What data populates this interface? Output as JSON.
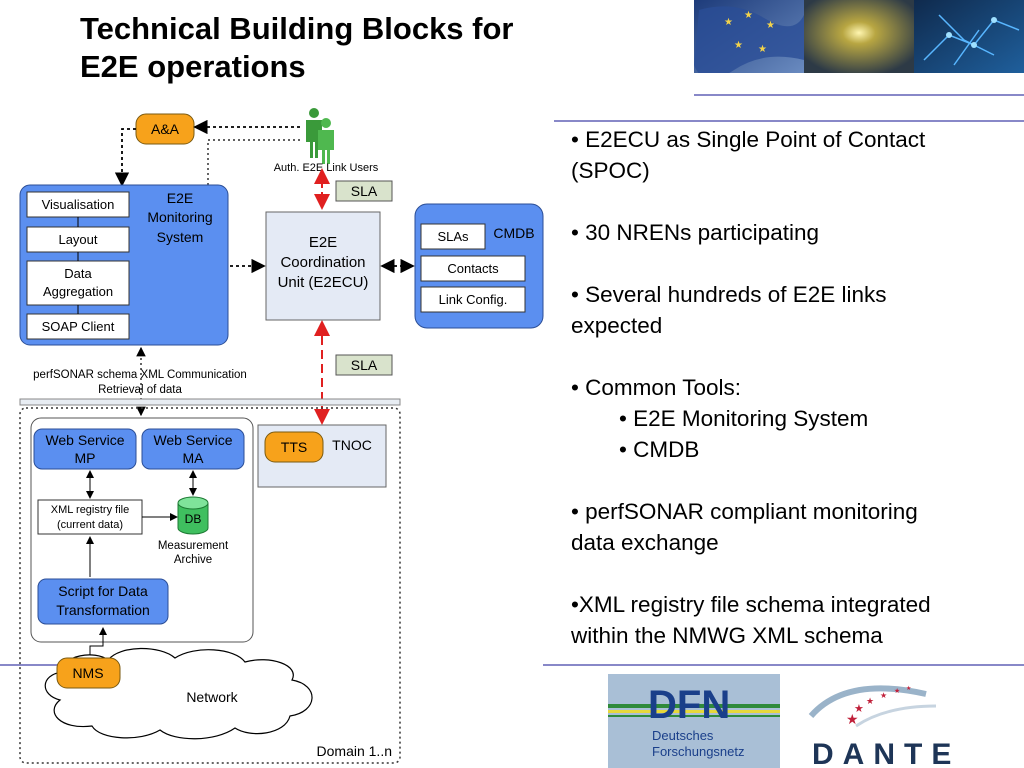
{
  "title": {
    "line1": "Technical Building Blocks for",
    "line2": "E2E operations"
  },
  "bullets": {
    "spoc_line1": "• E2ECU as Single Point of Contact",
    "spoc_line2": "(SPOC)",
    "nrens": "• 30 NRENs participating",
    "links_line1": "• Several hundreds of E2E links",
    "links_line2": "expected",
    "common_tools": "• Common Tools:",
    "tool_monitoring": "• E2E Monitoring System",
    "tool_cmdb": "• CMDB",
    "perfsonar_line1": "• perfSONAR compliant monitoring",
    "perfsonar_line2": "data exchange",
    "xml_line1": "•XML registry file schema  integrated",
    "xml_line2": "within the NMWG XML schema"
  },
  "diagram": {
    "aa": "A&A",
    "users": "Auth. E2E Link Users",
    "sla_top": "SLA",
    "sla_mid": "SLA",
    "monitoring_title_1": "E2E",
    "monitoring_title_2": "Monitoring",
    "monitoring_title_3": "System",
    "visualisation": "Visualisation",
    "layout": "Layout",
    "data_aggregation_1": "Data",
    "data_aggregation_2": "Aggregation",
    "soap_client": "SOAP Client",
    "e2ecu_1": "E2E",
    "e2ecu_2": "Coordination",
    "e2ecu_3": "Unit (E2ECU)",
    "cmdb": "CMDB",
    "slas": "SLAs",
    "contacts": "Contacts",
    "link_config": "Link Config.",
    "perfsonar_1": "perfSONAR schema XML Communication",
    "perfsonar_2": "Retrieval of data",
    "ws_mp_1": "Web Service",
    "ws_mp_2": "MP",
    "ws_ma_1": "Web Service",
    "ws_ma_2": "MA",
    "tts": "TTS",
    "tnoc": "TNOC",
    "xml_registry_1": "XML registry file",
    "xml_registry_2": "(current data)",
    "db": "DB",
    "measurement_1": "Measurement",
    "measurement_2": "Archive",
    "script_1": "Script for Data",
    "script_2": "Transformation",
    "nms": "NMS",
    "network": "Network",
    "domain": "Domain 1..n"
  },
  "logos": {
    "dfn_abbr": "DFN",
    "dfn_line1": "Deutsches",
    "dfn_line2": "Forschungsnetz",
    "dante": "DANTE"
  },
  "colors": {
    "blue_box": "#5b8ff0",
    "orange": "#f7a21b",
    "sla_fill": "#d9e3cc",
    "e2ecu_fill": "#e4eaf5",
    "rule": "#8888c8",
    "red_arrow": "#e02020",
    "dfn_bg": "#a9bfd6",
    "dfn_text": "#1a3f8a"
  }
}
